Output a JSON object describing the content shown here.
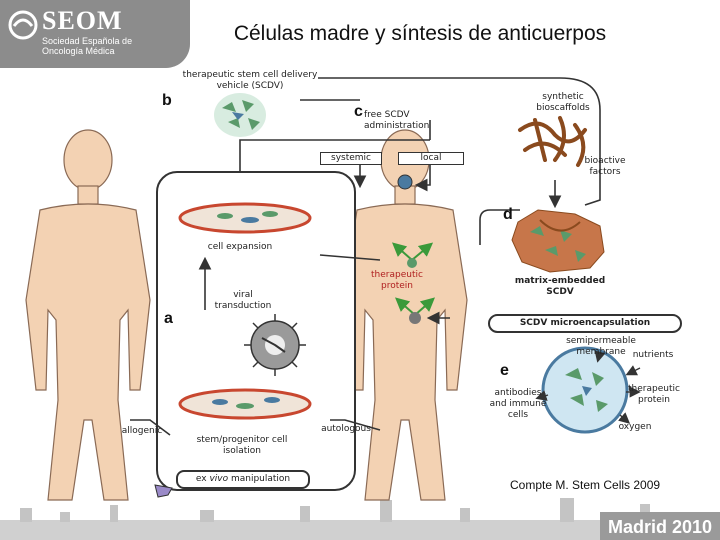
{
  "header": {
    "logo_text": "SEOM",
    "logo_subtitle": "Sociedad Española de Oncología Médica",
    "title": "Células madre y síntesis de anticuerpos"
  },
  "panels": {
    "b": "b",
    "c": "c",
    "d": "d",
    "a": "a",
    "e": "e"
  },
  "labels": {
    "scdv_vehicle": "therapeutic stem cell delivery vehicle (SCDV)",
    "free_scdv": "free SCDV administration",
    "systemic": "systemic",
    "local": "local",
    "synthetic_bioscaffolds": "synthetic bioscaffolds",
    "bioactive_factors": "bioactive factors",
    "cell_expansion": "cell expansion",
    "therapeutic_protein": "therapeutic protein",
    "viral_transduction": "viral transduction",
    "matrix_embedded": "matrix-embedded SCDV",
    "microencapsulation": "SCDV microencapsulation",
    "semipermeable_membrane": "semipermeable membrane",
    "nutrients": "nutrients",
    "antibodies_immune": "antibodies and immune cells",
    "therapeutic_protein_e": "therapeutic protein",
    "oxygen": "oxygen",
    "allogenic": "allogenic",
    "autologous": "autologous",
    "stem_isolation": "stem/progenitor cell isolation",
    "ex_vivo_prefix": "ex ",
    "ex_vivo_italic": "vivo",
    "ex_vivo_suffix": " manipulation"
  },
  "citation": "Compte M. Stem Cells 2009",
  "footer": {
    "city": "Madrid 2010"
  },
  "colors": {
    "logo_bg": "#8c8c8c",
    "skin": "#f3d2b3",
    "skin_stroke": "#8a6a55",
    "dish": "#c8472f",
    "cell_green": "#5a9a6a",
    "scaffold": "#8a4a1e",
    "arrow_green": "#3a9a3a",
    "line": "#333333"
  }
}
